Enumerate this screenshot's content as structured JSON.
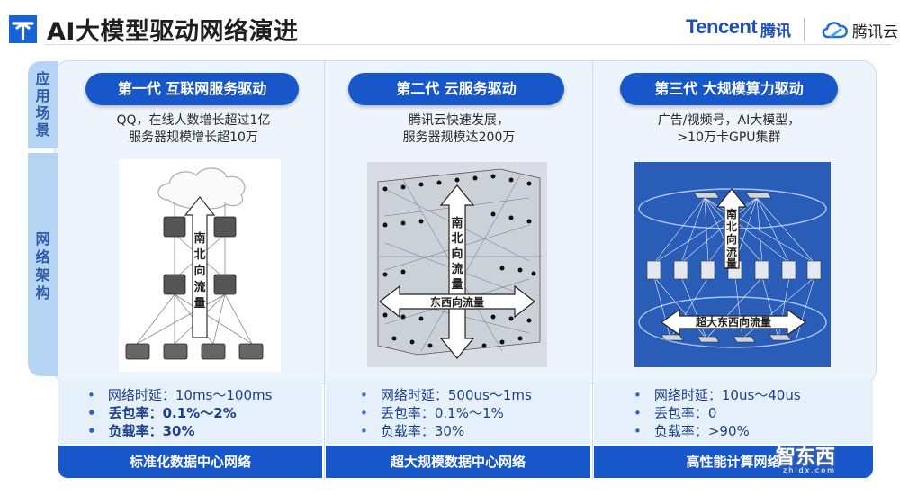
{
  "header": {
    "title": "AI大模型驱动网络演进",
    "brand_en": "Tencent",
    "brand_cn": "腾讯",
    "cloud_brand": "腾讯云"
  },
  "side_labels": {
    "scenario": [
      "应",
      "用",
      "场",
      "景"
    ],
    "architecture": [
      "网",
      "络",
      "架",
      "构"
    ]
  },
  "generations": [
    {
      "title": "第一代  互联网服务驱动",
      "scenario": [
        "QQ，在线人数增长超过1亿",
        "服务器规模增长超10万"
      ],
      "figure_labels": {
        "vertical": [
          "南",
          "北",
          "向",
          "流",
          "量"
        ]
      },
      "metrics": [
        {
          "text": "网络时延：10ms～100ms",
          "bold": false
        },
        {
          "text": "丢包率：0.1%～2%",
          "bold": true
        },
        {
          "text": "负载率：30%",
          "bold": true
        }
      ],
      "footer": "标准化数据中心网络"
    },
    {
      "title": "第二代  云服务驱动",
      "scenario": [
        "腾讯云快速发展，",
        "服务器规模达200万"
      ],
      "figure_labels": {
        "vertical": [
          "南",
          "北",
          "向",
          "流",
          "量"
        ],
        "horizontal": "东西向流量"
      },
      "metrics": [
        {
          "text": "网络时延：500us～1ms",
          "bold": false
        },
        {
          "text": "丢包率：0.1%～1%",
          "bold": false
        },
        {
          "text": "负载率：30%",
          "bold": false
        }
      ],
      "footer": "超大规模数据中心网络"
    },
    {
      "title": "第三代  大规模算力驱动",
      "scenario": [
        "广告/视频号，AI大模型，",
        ">10万卡GPU集群"
      ],
      "figure_labels": {
        "vertical": [
          "南",
          "北",
          "向",
          "流",
          "量"
        ],
        "horizontal": "超大东西向流量"
      },
      "metrics": [
        {
          "text": "网络时延：10us～40us",
          "bold": false
        },
        {
          "text": "丢包率：0",
          "bold": false
        },
        {
          "text": "负载率：>90%",
          "bold": false
        }
      ],
      "footer": "高性能计算网络"
    }
  ],
  "watermark": {
    "text": "智东西",
    "sub": "zhidx.com"
  },
  "colors": {
    "accent": "#1857c9",
    "panel": "#eef4fc",
    "side": "#b6d4f4",
    "metrics_bg": "#e5f0fb"
  }
}
